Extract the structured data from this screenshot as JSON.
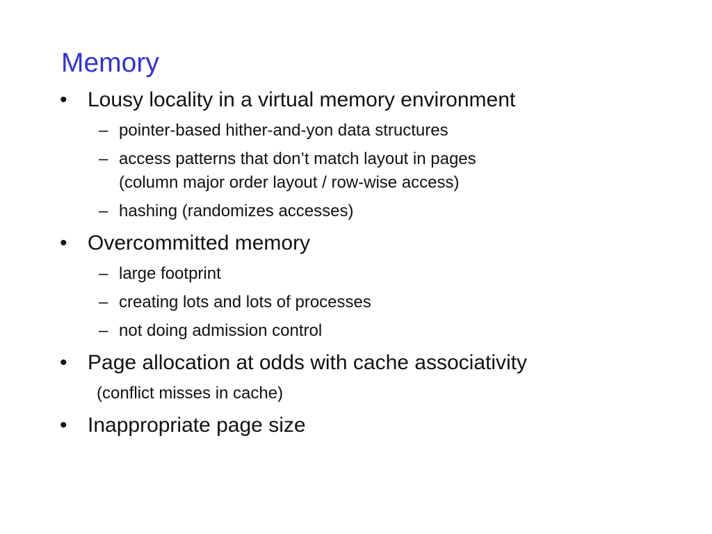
{
  "slide": {
    "title": "Memory",
    "title_color": "#3333cc",
    "bullet_symbol": "•",
    "dash_symbol": "–",
    "bullets": [
      {
        "text": "Lousy locality in a virtual memory environment",
        "subitems": [
          "pointer-based hither-and-yon data structures",
          "access patterns that don’t match layout in pages",
          "(column major order layout / row-wise access)",
          "hashing (randomizes accesses)"
        ]
      },
      {
        "text": "Overcommitted memory",
        "subitems": [
          "large footprint",
          "creating lots and lots of processes",
          "not doing admission control"
        ]
      },
      {
        "text": "Page allocation at odds with cache associativity",
        "note": "(conflict misses in cache)"
      },
      {
        "text": "Inappropriate page size"
      }
    ]
  }
}
